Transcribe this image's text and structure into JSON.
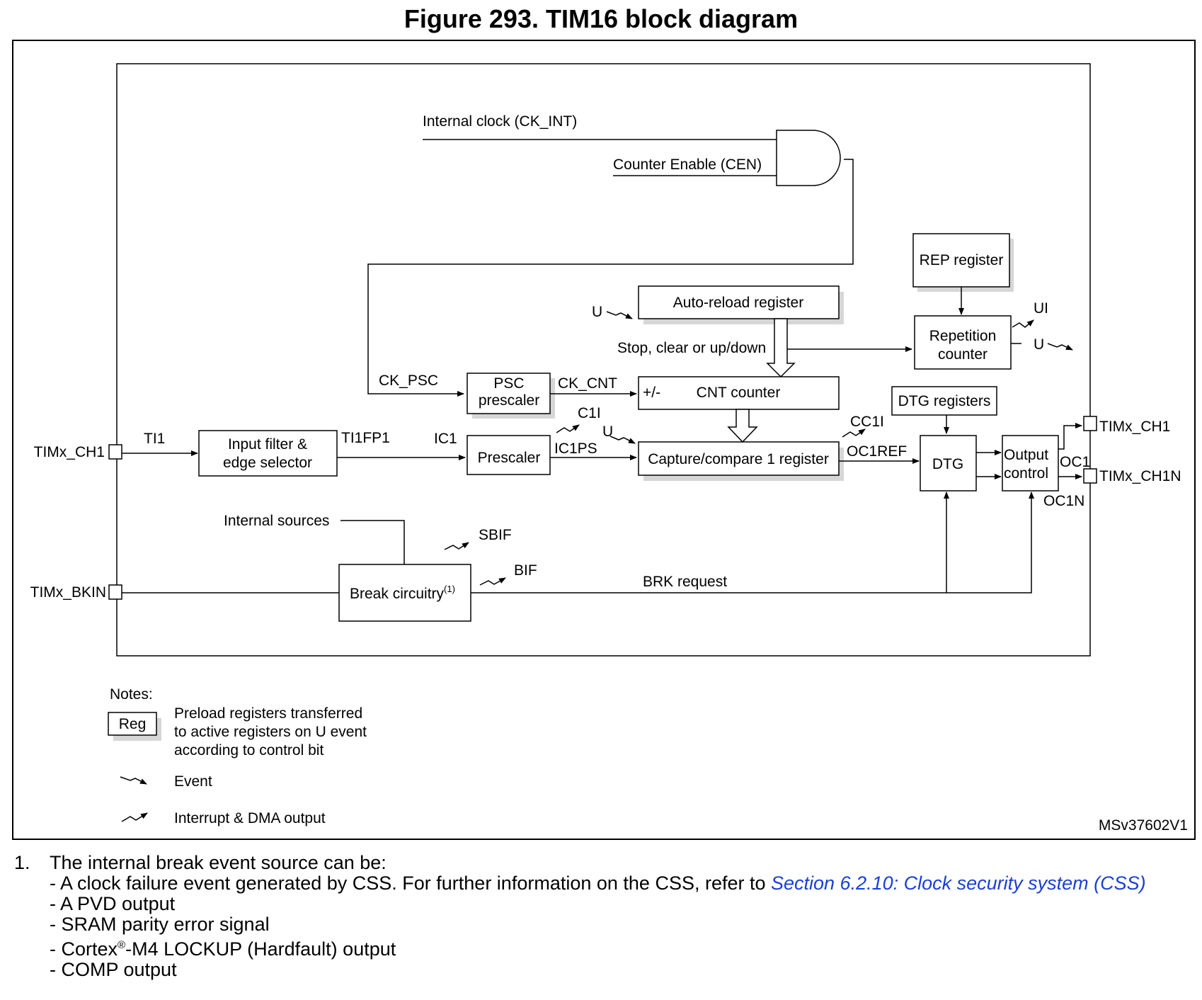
{
  "title": "Figure 293. TIM16 block diagram",
  "diagram": {
    "signals": {
      "ck_int": "Internal clock (CK_INT)",
      "cen": "Counter Enable (CEN)",
      "ck_psc": "CK_PSC",
      "ck_cnt": "CK_CNT",
      "stop_clear": "Stop, clear or up/down",
      "ti1": "TI1",
      "ti1fp1": "TI1FP1",
      "ic1": "IC1",
      "ic1ps": "IC1PS",
      "c1i": "C1I",
      "cc1i": "CC1I",
      "oc1ref": "OC1REF",
      "oc1": "OC1",
      "oc1n": "OC1N",
      "ui": "UI",
      "u": "U",
      "internal_sources": "Internal sources",
      "sbif": "SBIF",
      "bif": "BIF",
      "brk_request": "BRK request",
      "plus_minus": "+/-"
    },
    "pins": {
      "ch1_in": "TIMx_CH1",
      "bkin": "TIMx_BKIN",
      "ch1_out": "TIMx_CH1",
      "ch1n_out": "TIMx_CH1N"
    },
    "blocks": {
      "rep_register": "REP register",
      "repetition_counter_1": "Repetition",
      "repetition_counter_2": "counter",
      "auto_reload": "Auto-reload register",
      "psc_1": "PSC",
      "psc_2": "prescaler",
      "cnt_counter": "CNT counter",
      "dtg_registers": "DTG registers",
      "input_filter_1": "Input filter &",
      "input_filter_2": "edge selector",
      "prescaler": "Prescaler",
      "capture_compare": "Capture/compare 1 register",
      "dtg": "DTG",
      "output_control_1": "Output",
      "output_control_2": "control",
      "break_circuitry": "Break circuitry",
      "break_sup": "(1)"
    },
    "notes": {
      "heading": "Notes:",
      "reg_label": "Reg",
      "reg_desc_1": "Preload registers transferred",
      "reg_desc_2": "to active registers on U event",
      "reg_desc_3": "according to control bit",
      "event": "Event",
      "interrupt": "Interrupt & DMA output"
    },
    "ref_code": "MSv37602V1"
  },
  "footnote": {
    "number": "1.",
    "intro": "The internal break event source can be:",
    "css_text": "- A clock failure event generated by CSS. For further information on the CSS, refer to ",
    "css_link": "Section 6.2.10: Clock security system (CSS)",
    "pvd": "- A PVD output",
    "sram": "- SRAM parity error signal",
    "lockup_pre": "- Cortex",
    "lockup_reg": "®",
    "lockup_post": "-M4 LOCKUP (Hardfault) output",
    "comp": "- COMP output"
  }
}
